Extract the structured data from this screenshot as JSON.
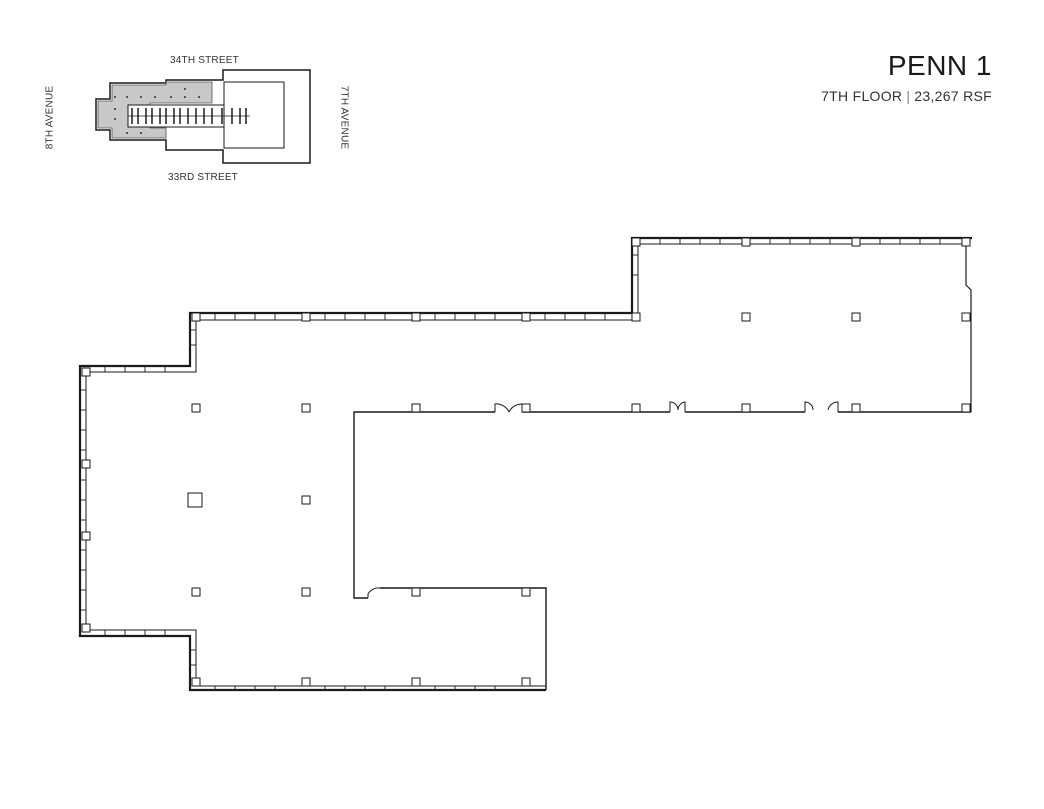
{
  "header": {
    "building": "PENN 1",
    "floor": "7TH FLOOR",
    "separator": "|",
    "area": "23,267 RSF"
  },
  "key_plan": {
    "north_street": "34TH STREET",
    "south_street": "33RD STREET",
    "west_avenue": "8TH AVENUE",
    "east_avenue": "7TH AVENUE"
  },
  "colors": {
    "wall": "#1a1a1a",
    "highlight": "#c8c8c8",
    "background": "#ffffff"
  }
}
